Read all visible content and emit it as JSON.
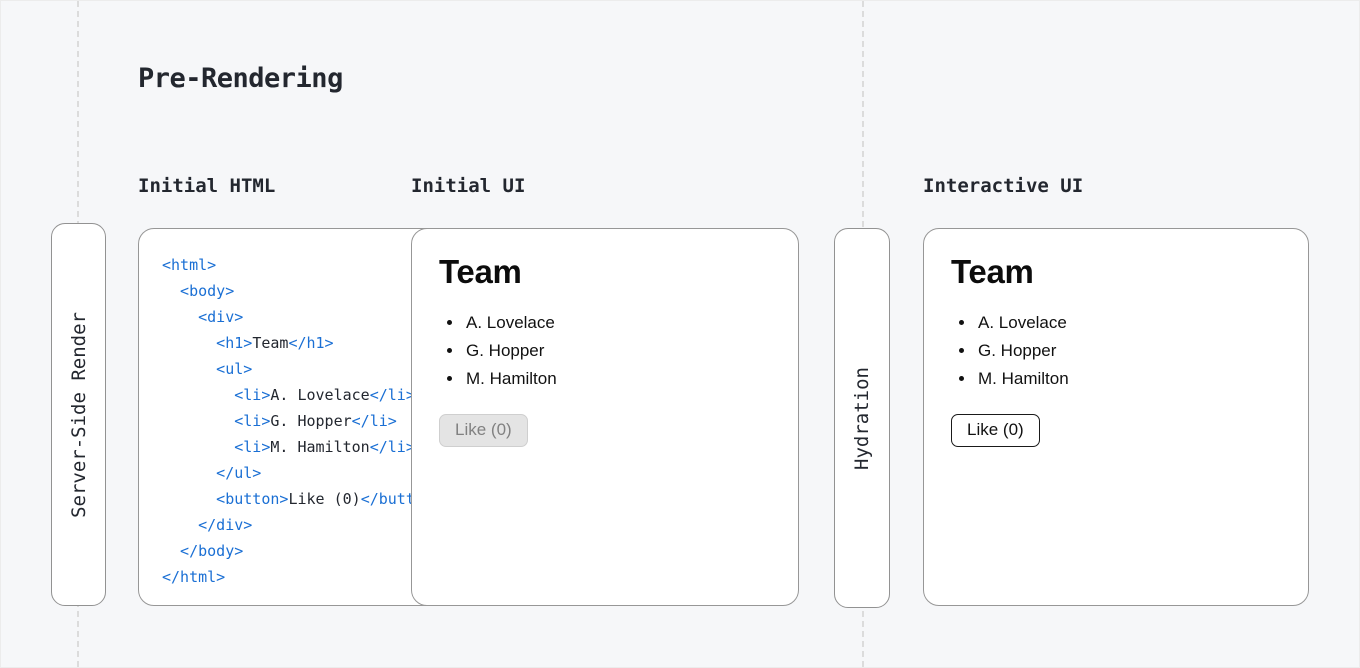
{
  "title": "Pre-Rendering",
  "columns": {
    "initial_html": "Initial HTML",
    "initial_ui": "Initial UI",
    "interactive_ui": "Interactive UI"
  },
  "pills": {
    "server_side_render": "Server-Side Render",
    "hydration": "Hydration"
  },
  "code": {
    "lines": [
      [
        {
          "c": "tag",
          "t": "<html>"
        }
      ],
      [
        {
          "c": "tag",
          "t": "  <body>"
        }
      ],
      [
        {
          "c": "tag",
          "t": "    <div>"
        }
      ],
      [
        {
          "c": "tag",
          "t": "      <h1>"
        },
        {
          "c": "text",
          "t": "Team"
        },
        {
          "c": "tag",
          "t": "</h1>"
        }
      ],
      [
        {
          "c": "tag",
          "t": "      <ul>"
        }
      ],
      [
        {
          "c": "tag",
          "t": "        <li>"
        },
        {
          "c": "text",
          "t": "A. Lovelace"
        },
        {
          "c": "tag",
          "t": "</li>"
        }
      ],
      [
        {
          "c": "tag",
          "t": "        <li>"
        },
        {
          "c": "text",
          "t": "G. Hopper"
        },
        {
          "c": "tag",
          "t": "</li>"
        }
      ],
      [
        {
          "c": "tag",
          "t": "        <li>"
        },
        {
          "c": "text",
          "t": "M. Hamilton"
        },
        {
          "c": "tag",
          "t": "</li>"
        }
      ],
      [
        {
          "c": "tag",
          "t": "      </ul>"
        }
      ],
      [
        {
          "c": "tag",
          "t": "      <button>"
        },
        {
          "c": "text",
          "t": "Like (0)"
        },
        {
          "c": "tag",
          "t": "</button>"
        }
      ],
      [
        {
          "c": "tag",
          "t": "    </div>"
        }
      ],
      [
        {
          "c": "tag",
          "t": "  </body>"
        }
      ],
      [
        {
          "c": "tag",
          "t": "</html>"
        }
      ]
    ]
  },
  "initial_ui": {
    "heading": "Team",
    "items": [
      "A. Lovelace",
      "G. Hopper",
      "M. Hamilton"
    ],
    "button_label": "Like (0)",
    "button_state": "disabled"
  },
  "interactive_ui": {
    "heading": "Team",
    "items": [
      "A. Lovelace",
      "G. Hopper",
      "M. Hamilton"
    ],
    "button_label": "Like (0)",
    "button_state": "enabled"
  },
  "colors": {
    "background": "#f6f7f9",
    "card_border": "#979797",
    "code_tag_blue": "#1a6fd4",
    "text": "#23272f",
    "dashed_line": "#dcdcdc",
    "disabled_button_bg": "#e4e4e4",
    "disabled_button_text": "#818181"
  }
}
